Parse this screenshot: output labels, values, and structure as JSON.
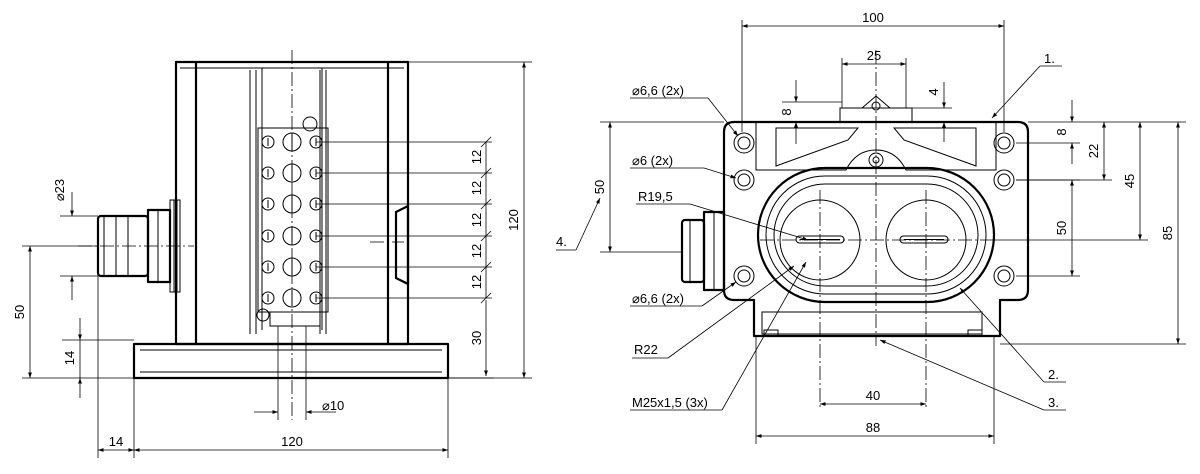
{
  "side_view": {
    "dims": {
      "d23": "⌀23",
      "pitch": [
        "12",
        "12",
        "12",
        "12",
        "12"
      ],
      "h30": "30",
      "h120": "120",
      "h50": "50",
      "h14": "14",
      "d10": "⌀10",
      "w14": "14",
      "w120": "120"
    }
  },
  "top_view": {
    "dims": {
      "w100": "100",
      "w25": "25",
      "v8a": "8",
      "v4": "4",
      "v8b": "8",
      "v22": "22",
      "v45": "45",
      "v85": "85",
      "v50a": "50",
      "v50b": "50",
      "w40": "40",
      "w88": "88"
    },
    "callouts": {
      "hole66a": "⌀6,6 (2x)",
      "hole6": "⌀6 (2x)",
      "r195": "R19,5",
      "hole66b": "⌀6,6 (2x)",
      "r22": "R22",
      "m25": "M25x1,5 (3x)"
    },
    "items": {
      "i1": "1.",
      "i2": "2.",
      "i3": "3.",
      "i4": "4."
    }
  }
}
